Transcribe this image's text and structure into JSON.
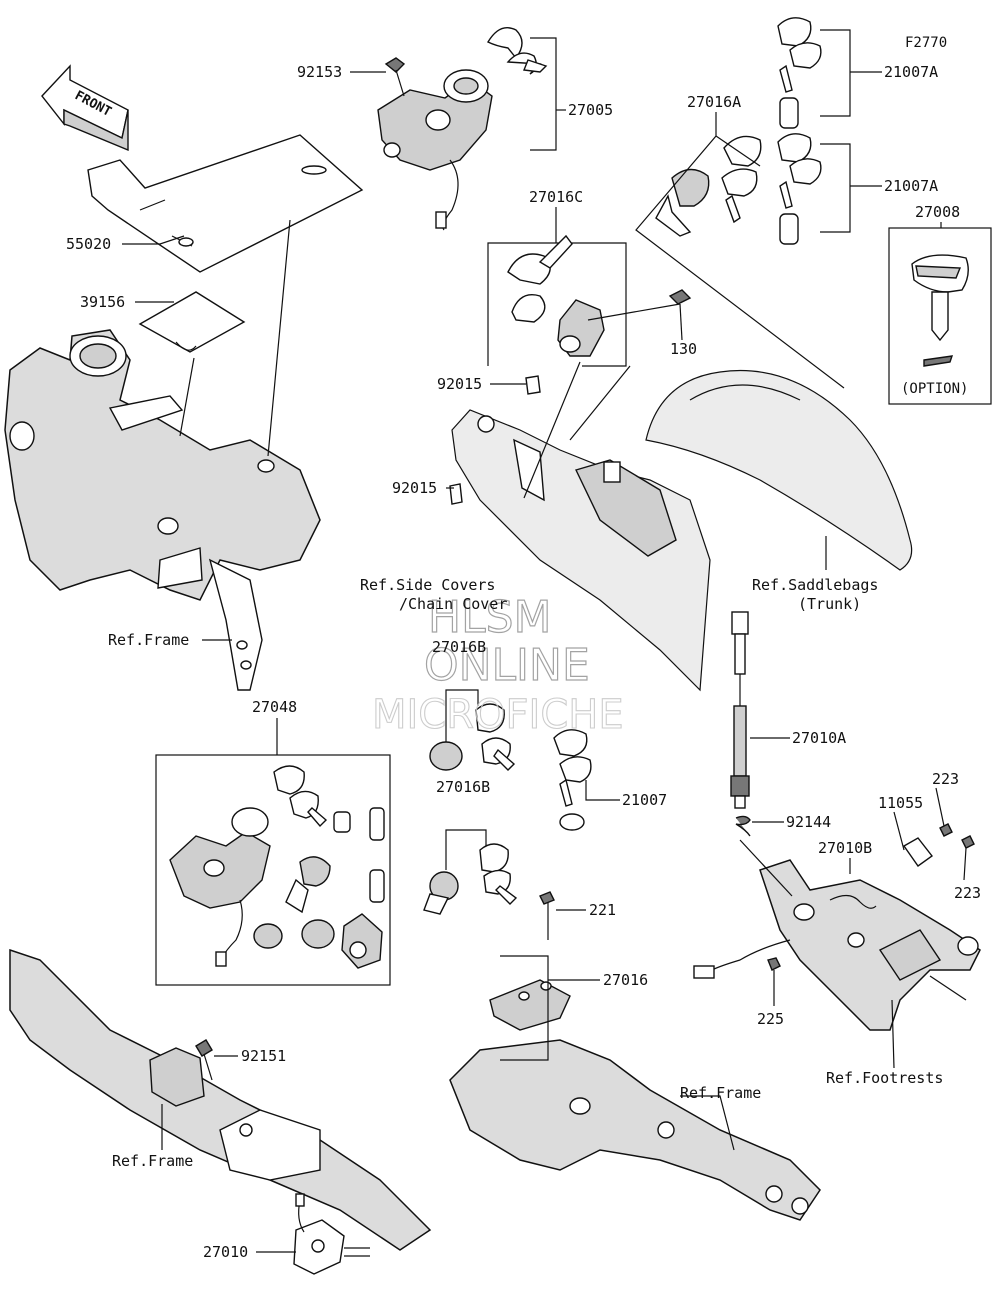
{
  "diagram_code": "F2770",
  "front_label": "FRONT",
  "parts": {
    "p92153": "92153",
    "p27005": "27005",
    "p55020": "55020",
    "p39156": "39156",
    "p27016C": "27016C",
    "p27016A": "27016A",
    "p21007A_top": "21007A",
    "p21007A_mid": "21007A",
    "p27008": "27008",
    "p130": "130",
    "p92015_a": "92015",
    "p92015_b": "92015",
    "p27048": "27048",
    "p27016B_a": "27016B",
    "p27016B_b": "27016B",
    "p21007": "21007",
    "p27010A": "27010A",
    "p92144": "92144",
    "p223_a": "223",
    "p223_b": "223",
    "p11055": "11055",
    "p27010B": "27010B",
    "p221": "221",
    "p27016": "27016",
    "p225": "225",
    "p92151": "92151",
    "p27010": "27010"
  },
  "refs": {
    "side_covers_1": "Ref.Side Covers",
    "side_covers_2": "/Chain Cover",
    "saddlebags_1": "Ref.Saddlebags",
    "saddlebags_2": "(Trunk)",
    "frame_a": "Ref.Frame",
    "frame_b": "Ref.Frame",
    "frame_c": "Ref.Frame",
    "footrests": "Ref.Footrests"
  },
  "option_label": "(OPTION)",
  "watermark": {
    "line1": "HLSM",
    "line2": "ONLINE",
    "line3": "MICROFICHE"
  }
}
